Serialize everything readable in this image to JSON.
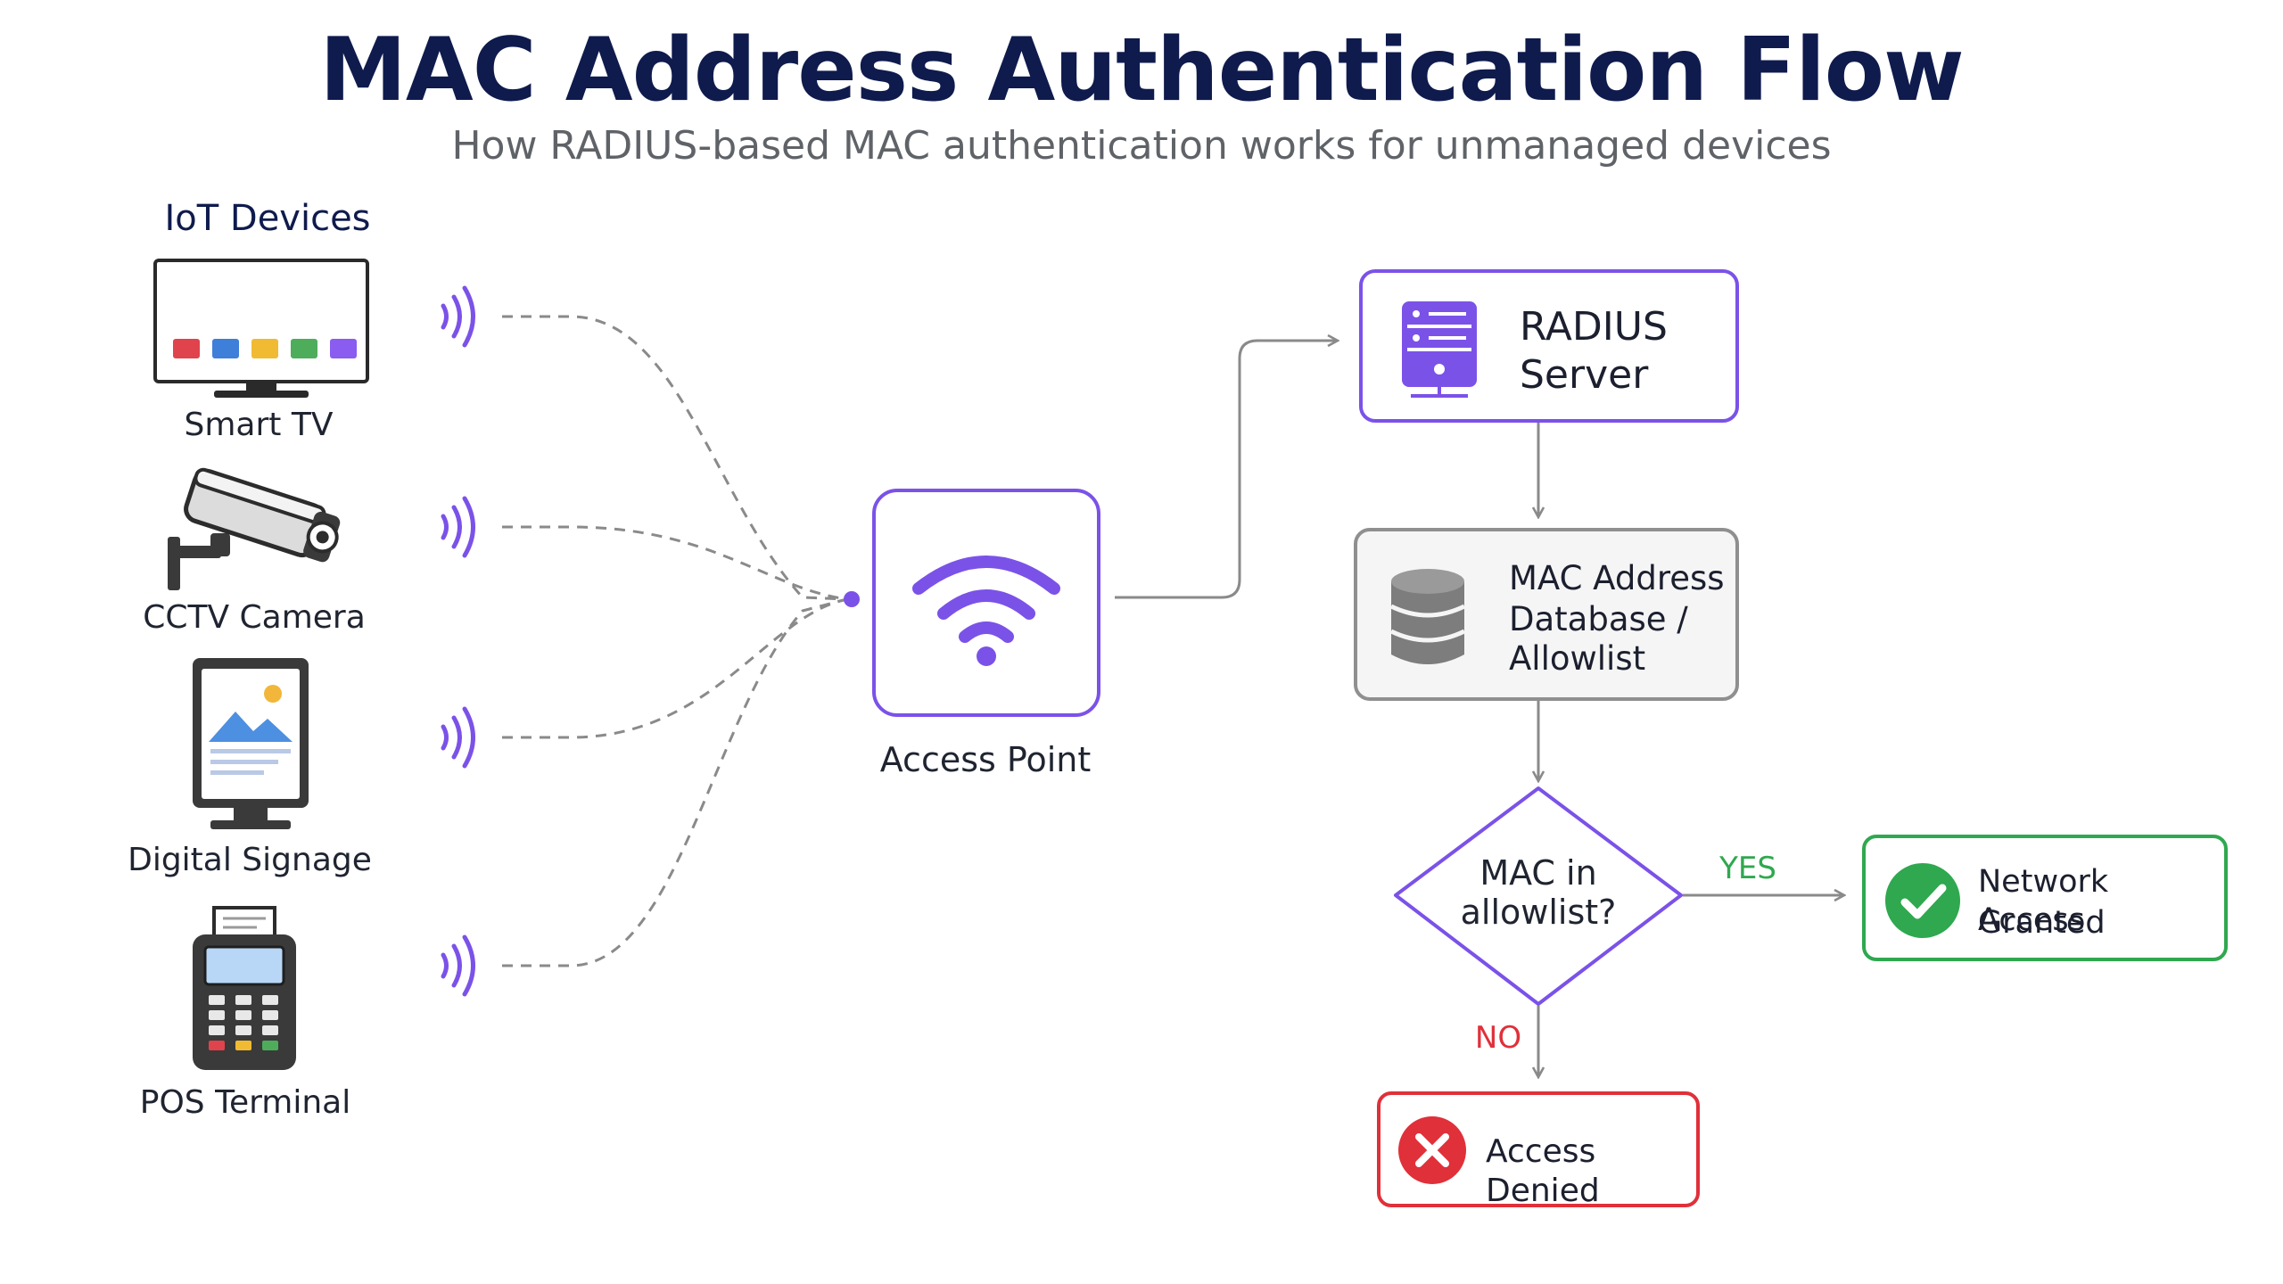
{
  "title": "MAC Address Authentication Flow",
  "subtitle": "How RADIUS-based MAC authentication works for unmanaged devices",
  "devices": {
    "heading": "IoT Devices",
    "items": [
      {
        "label": "Smart TV",
        "icon": "smart-tv-icon"
      },
      {
        "label": "CCTV Camera",
        "icon": "cctv-camera-icon"
      },
      {
        "label": "Digital Signage",
        "icon": "digital-signage-icon"
      },
      {
        "label": "POS Terminal",
        "icon": "pos-terminal-icon"
      }
    ]
  },
  "access_point": {
    "label": "Access Point",
    "icon": "wifi-icon"
  },
  "radius": {
    "line1": "RADIUS",
    "line2": "Server",
    "icon": "server-icon"
  },
  "database": {
    "line1": "MAC Address",
    "line2": "Database /",
    "line3": "Allowlist",
    "icon": "database-icon"
  },
  "decision": {
    "line1": "MAC in",
    "line2": "allowlist?"
  },
  "yes_label": "YES",
  "no_label": "NO",
  "granted": {
    "line1": "Network Access",
    "line2": "Granted",
    "icon": "check-circle-icon"
  },
  "denied": {
    "label": "Access Denied",
    "icon": "x-circle-icon"
  },
  "colors": {
    "title": "#0f1b4d",
    "accent": "#7b52e8",
    "success": "#2fa84f",
    "danger": "#e0303a",
    "neutral": "#8a8a8a"
  }
}
